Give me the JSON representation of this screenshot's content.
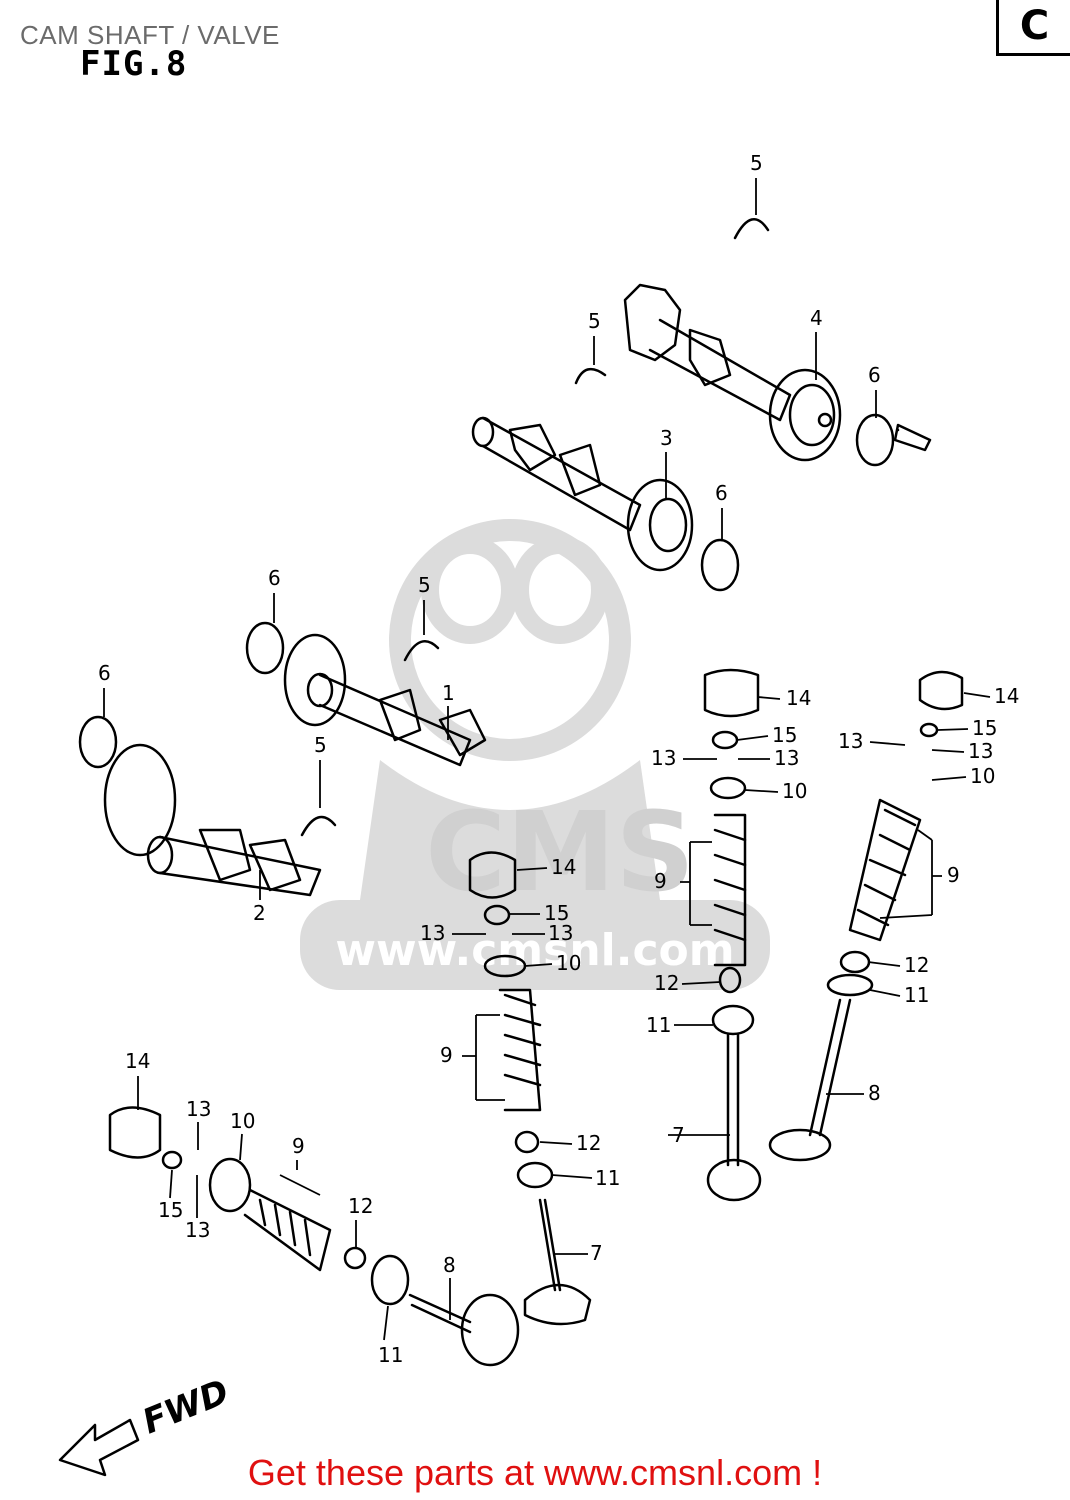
{
  "header": {
    "title": "CAM SHAFT / VALVE",
    "fig_label": "FIG.8",
    "section_badge": "C"
  },
  "direction_label": "FWD",
  "watermark": {
    "brand": "CMS",
    "url": "www.cmsnl.com",
    "color": "#d8d8d8"
  },
  "callouts": [
    "1",
    "2",
    "3",
    "4",
    "5",
    "5",
    "5",
    "5",
    "6",
    "6",
    "6",
    "6",
    "7",
    "7",
    "8",
    "8",
    "9",
    "9",
    "9",
    "9",
    "10",
    "10",
    "10",
    "10",
    "11",
    "11",
    "11",
    "11",
    "12",
    "12",
    "12",
    "12",
    "13",
    "13",
    "13",
    "13",
    "13",
    "13",
    "13",
    "13",
    "14",
    "14",
    "14",
    "14",
    "15",
    "15",
    "15",
    "15"
  ],
  "footer": {
    "text": "Get these parts at www.cmsnl.com !",
    "color": "#e01010"
  }
}
